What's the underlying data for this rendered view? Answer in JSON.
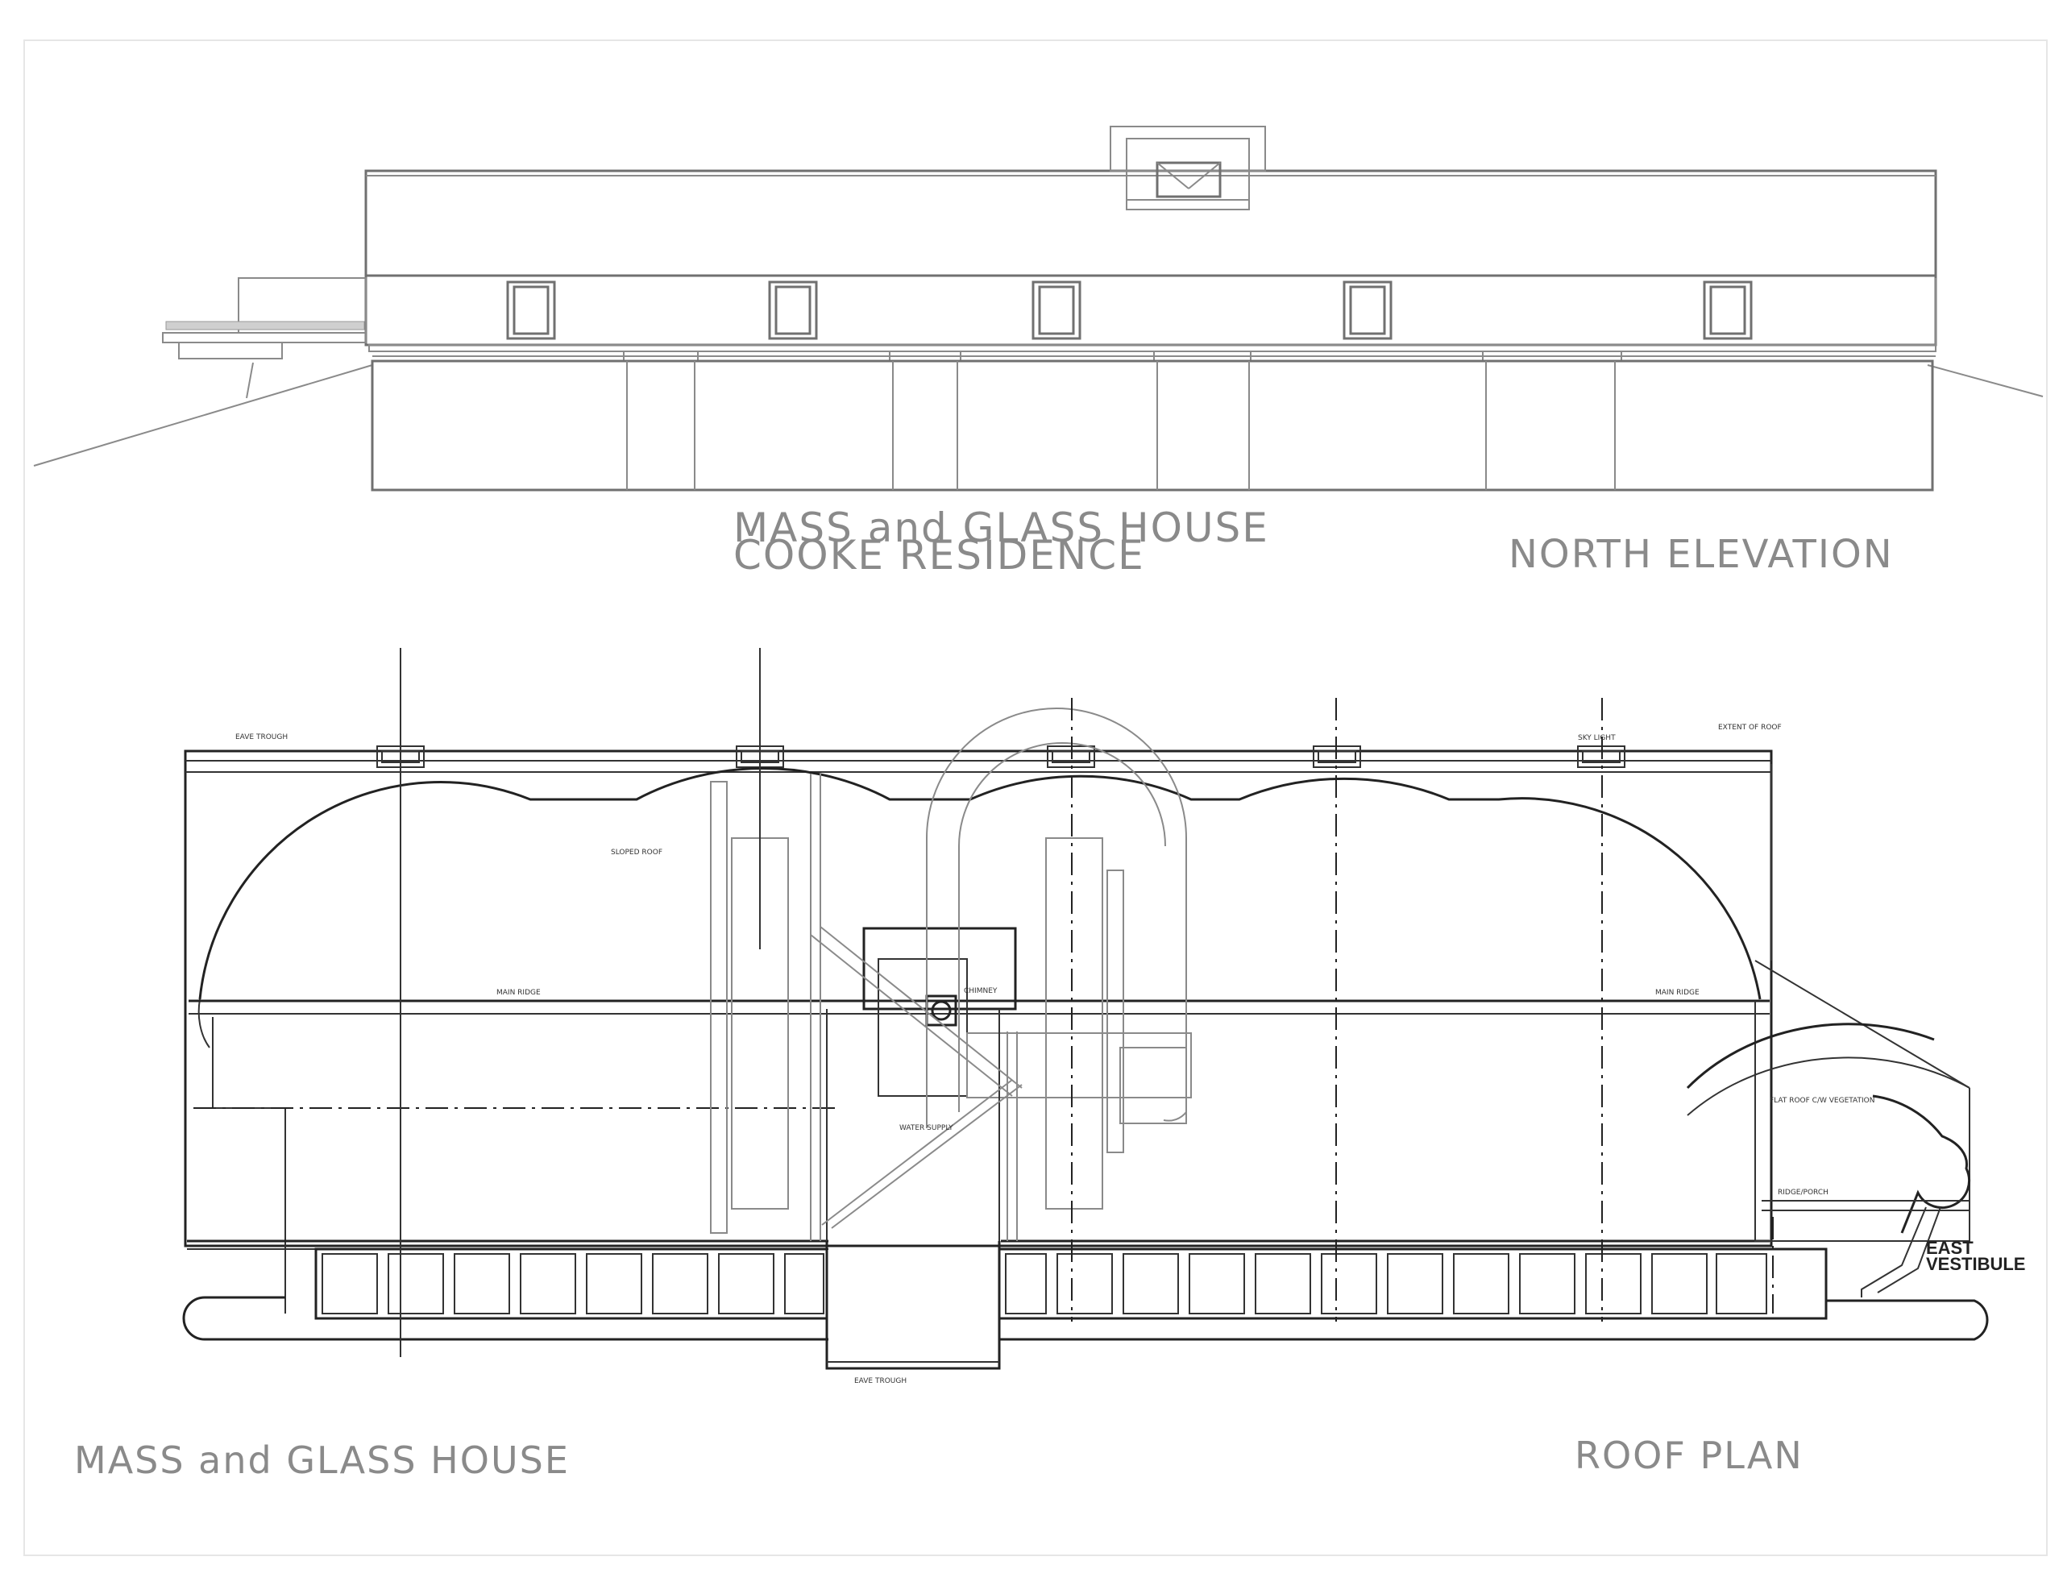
{
  "elevation": {
    "title_line1": "MASS and GLASS HOUSE",
    "title_line2": "COOKE RESIDENCE",
    "view_label": "NORTH   ELEVATION"
  },
  "roof_plan": {
    "title": "MASS and GLASS HOUSE",
    "view_label": "ROOF PLAN",
    "vestibule_line1": "EAST",
    "vestibule_line2": "VESTIBULE",
    "notes": {
      "eave_trough": "EAVE TROUGH",
      "extent_of_roof": "EXTENT OF ROOF",
      "main_ridge": "MAIN RIDGE",
      "sloped_roof": "SLOPED ROOF",
      "flat_roof": "FLAT ROOF C/W VEGETATION",
      "ridge_porch": "RIDGE/PORCH",
      "water_supply": "WATER SUPPLY",
      "chimney": "CHIMNEY",
      "sky_light": "SKY LIGHT"
    }
  }
}
